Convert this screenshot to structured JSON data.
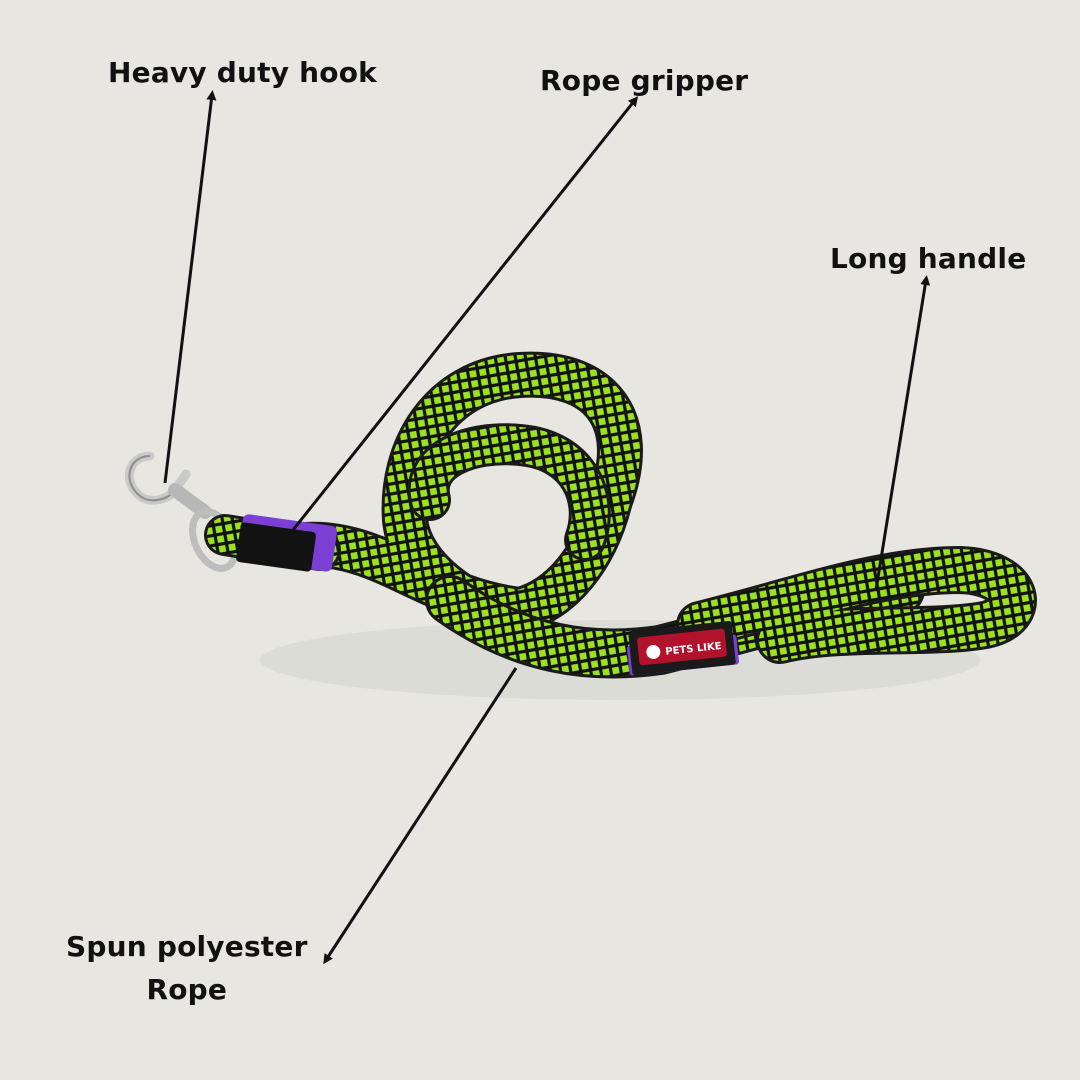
{
  "labels": {
    "hook": "Heavy duty hook",
    "gripper": "Rope gripper",
    "handle": "Long handle",
    "rope_line1": "Spun polyester",
    "rope_line2": "Rope"
  },
  "brand_tag": "PETS LIKE",
  "colors": {
    "background": "#e7e6e1",
    "rope": "#9be21f",
    "rope_weave": "#111111",
    "gripper": "#7b3fd6",
    "tag": "#b3122c"
  }
}
